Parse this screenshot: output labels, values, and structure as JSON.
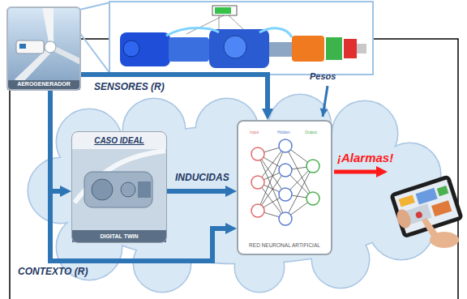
{
  "diagram": {
    "nodes": [
      {
        "text": [
          "AEROGENERADOR"
        ]
      },
      {
        "text": [
          "CASO IDEAL",
          "DIGITAL TWIN"
        ]
      },
      {
        "text": [
          "RED NEURONAL ARTIFICIAL"
        ]
      }
    ],
    "edges": [
      {
        "from": 0,
        "to": 2,
        "label": "SENSORES (R)",
        "arrow": "to"
      },
      {
        "from": 0,
        "to": 1,
        "arrow": "to"
      },
      {
        "from": 1,
        "to": 2,
        "label": "INDUCIDAS",
        "arrow": "to"
      },
      {
        "from": 0,
        "to": 2,
        "label": "CONTEXTO (R)",
        "arrow": "to"
      }
    ],
    "labels": [
      "Pesos",
      "¡Alarmas!",
      "Input",
      "Hidden",
      "Output"
    ]
  }
}
